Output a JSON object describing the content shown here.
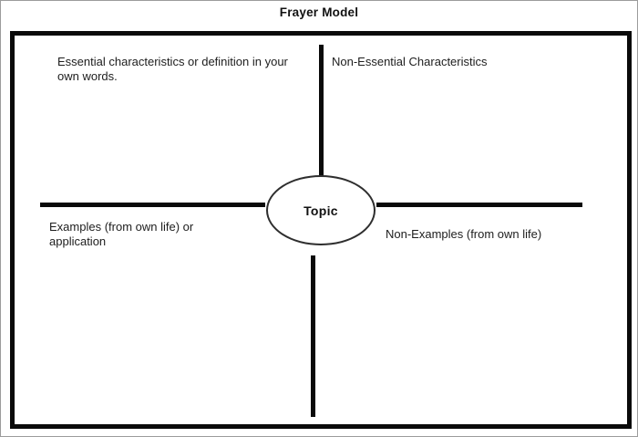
{
  "page": {
    "title": "Frayer Model"
  },
  "diagram": {
    "center": {
      "label": "Topic"
    },
    "quadrants": [
      {
        "position": "top-left",
        "label": "Essential characteristics or definition in your own words."
      },
      {
        "position": "top-right",
        "label": "Non-Essential Characteristics"
      },
      {
        "position": "bottom-left",
        "label": "Examples (from own life) or application"
      },
      {
        "position": "bottom-right",
        "label": "Non-Examples (from own life)"
      }
    ],
    "colors": {
      "line": "#0a0a0a",
      "text": "#1d1d1d",
      "background": "#ffffff",
      "outer_border": "#9c9c9c"
    }
  }
}
